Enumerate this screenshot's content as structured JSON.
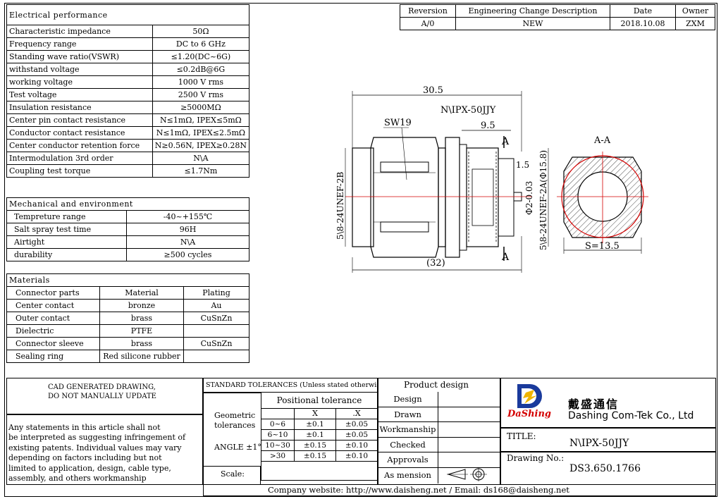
{
  "electrical": {
    "title": "Electrical performance",
    "rows": [
      [
        "Characteristic impedance",
        "50Ω"
      ],
      [
        "Frequency range",
        "DC to 6 GHz"
      ],
      [
        "Standing wave ratio(VSWR)",
        "≤1.20(DC~6G)"
      ],
      [
        "withstand voltage",
        "≤0.2dB@6G"
      ],
      [
        "working voltage",
        "1000 V rms"
      ],
      [
        "Test voltage",
        "2500 V rms"
      ],
      [
        "Insulation resistance",
        "≥5000MΩ"
      ],
      [
        "Center pin contact resistance",
        "N≤1mΩ, IPEX≤5mΩ"
      ],
      [
        "Conductor contact resistance",
        "N≤1mΩ, IPEX≤2.5mΩ"
      ],
      [
        "Center conductor retention force",
        "N≥0.56N, IPEX≥0.28N"
      ],
      [
        "Intermodulation 3rd order",
        "N\\A"
      ],
      [
        "Coupling test torque",
        "≤1.7Nm"
      ]
    ]
  },
  "mechanical": {
    "title": "Mechanical and environment",
    "rows": [
      [
        "Tempreture range",
        "-40~+155℃"
      ],
      [
        "Salt spray test time",
        "96H"
      ],
      [
        "Airtight",
        "N\\A"
      ],
      [
        "durability",
        "≥500 cycles"
      ]
    ]
  },
  "materials": {
    "title": "Materials",
    "header": [
      "Connector parts",
      "Material",
      "Plating"
    ],
    "rows": [
      [
        "Center contact",
        "bronze",
        "Au"
      ],
      [
        "Outer contact",
        "brass",
        "CuSnZn"
      ],
      [
        "Dielectric",
        "PTFE",
        ""
      ],
      [
        "Connector sleeve",
        "brass",
        "CuSnZn"
      ],
      [
        "Sealing ring",
        "Red silicone rubber",
        ""
      ]
    ]
  },
  "revision": {
    "header": [
      "Reversion",
      "Engineering Change Description",
      "Date",
      "Owner"
    ],
    "row": [
      "A/0",
      "NEW",
      "2018.10.08",
      "ZXM"
    ]
  },
  "drawing": {
    "part_label": "N\\IPX-50JJY",
    "dim_total": "30.5",
    "dim_total_paren": "(32)",
    "dim_sw": "SW19",
    "dim_95": "9.5",
    "dim_15": "1.5",
    "thread_left": "5\\8-24UNEF-2B",
    "thread_right": "5\\8-24UNEF-2A(Φ15.8)",
    "dim_pin": "Φ2-0.03",
    "section_mark": "A",
    "section_title": "A-A",
    "section_s": "S=13.5"
  },
  "footer": {
    "cad_line1": "CAD GENERATED DRAWING,",
    "cad_line2": "DO NOT MANUALLY UPDATE",
    "disclaimer": [
      "Any statements in this article shall  not",
      "be interpreted as suggesting infringement of",
      "existing patents. Individual values may vary",
      "depending on factors including but not",
      "limited to application, design, cable type,",
      "assembly, and others workmanship"
    ],
    "std_tol_title": "STANDARD TOLERANCES (Unless stated otherwise)",
    "geometric": "Geometric",
    "tolerances": "tolerances",
    "angle": "ANGLE ±1°",
    "positional": "Positional tolerance",
    "col_x": "X",
    "col_dx": ".X",
    "tol_rows": [
      [
        "0~6",
        "±0.1",
        "±0.05"
      ],
      [
        "6~10",
        "±0.1",
        "±0.05"
      ],
      [
        "10~30",
        "±0.15",
        "±0.10"
      ],
      [
        ">30",
        "±0.15",
        "±0.10"
      ]
    ],
    "scale": "Scale:",
    "product_design": "Product design",
    "roles": [
      "Design",
      "Drawn",
      "Workmanship",
      "Checked",
      "Approvals",
      "As mension"
    ],
    "brand_cn": "戴盛通信",
    "brand_logo": "DaShing",
    "company": "Dashing Com-Tek Co., Ltd",
    "title_label": "TITLE:",
    "title_value": "N\\IPX-50JJY",
    "drawing_no_label": "Drawing No.:",
    "drawing_no": "DS3.650.1766",
    "website_line": "Company website: http://www.daisheng.net / Email:  ds168@daisheng.net"
  },
  "colors": {
    "red": "#d40000",
    "logo_blue": "#1a3a9c",
    "logo_yellow": "#f0b400"
  }
}
